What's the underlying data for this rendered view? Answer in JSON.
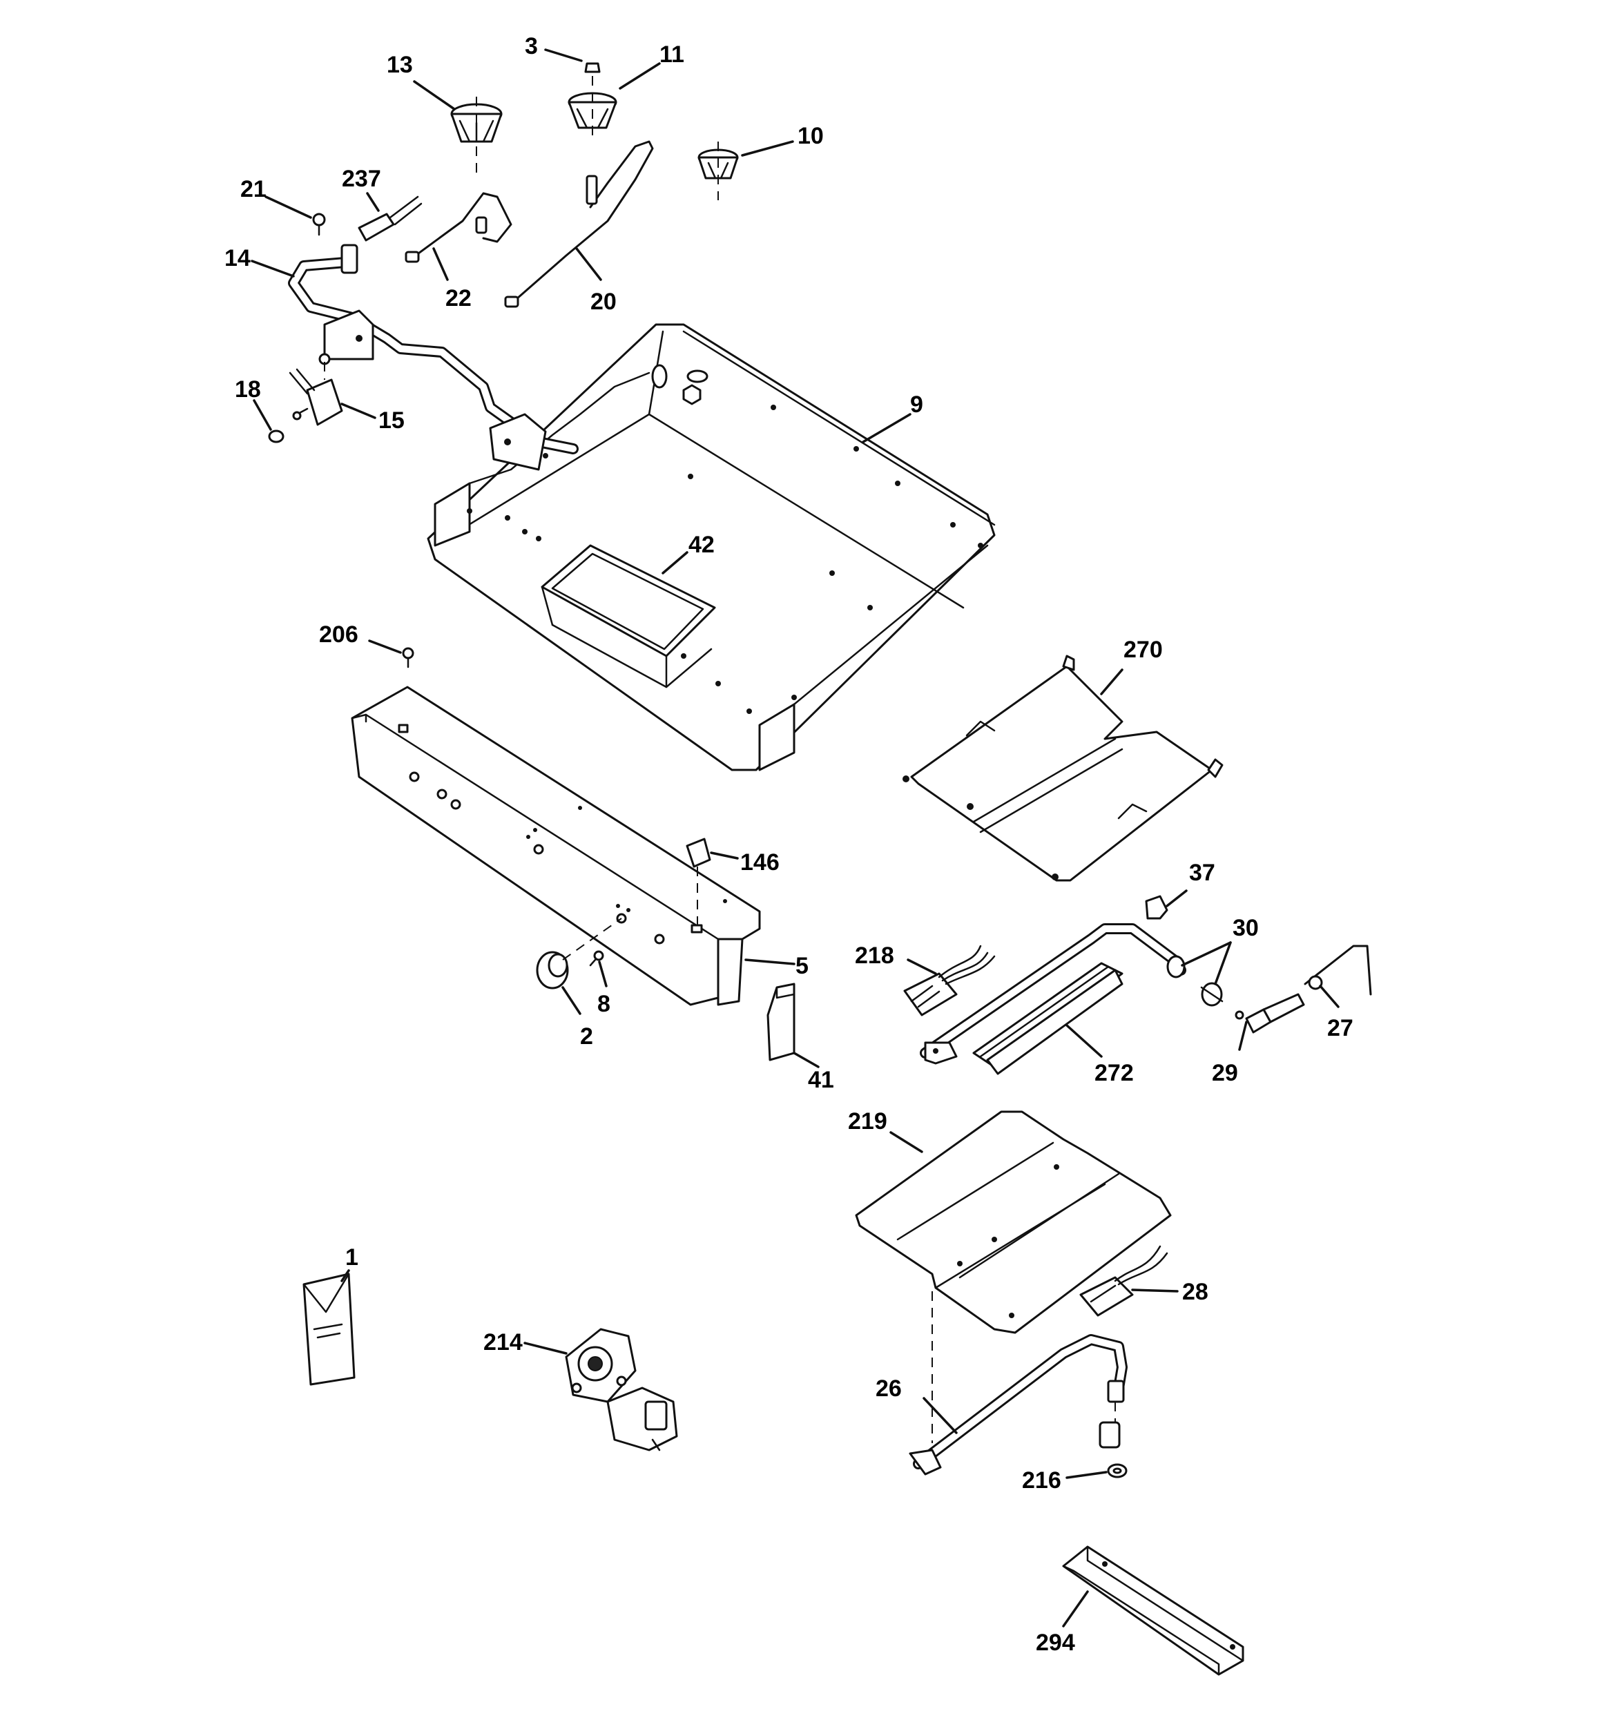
{
  "diagram": {
    "callouts": [
      {
        "id": "3",
        "label": "3"
      },
      {
        "id": "11",
        "label": "11"
      },
      {
        "id": "13",
        "label": "13"
      },
      {
        "id": "10",
        "label": "10"
      },
      {
        "id": "21",
        "label": "21"
      },
      {
        "id": "237",
        "label": "237"
      },
      {
        "id": "14",
        "label": "14"
      },
      {
        "id": "22",
        "label": "22"
      },
      {
        "id": "20",
        "label": "20"
      },
      {
        "id": "18",
        "label": "18"
      },
      {
        "id": "15",
        "label": "15"
      },
      {
        "id": "9",
        "label": "9"
      },
      {
        "id": "42",
        "label": "42"
      },
      {
        "id": "206",
        "label": "206"
      },
      {
        "id": "270",
        "label": "270"
      },
      {
        "id": "146",
        "label": "146"
      },
      {
        "id": "37",
        "label": "37"
      },
      {
        "id": "30",
        "label": "30"
      },
      {
        "id": "218",
        "label": "218"
      },
      {
        "id": "5",
        "label": "5"
      },
      {
        "id": "8",
        "label": "8"
      },
      {
        "id": "2",
        "label": "2"
      },
      {
        "id": "27",
        "label": "27"
      },
      {
        "id": "272",
        "label": "272"
      },
      {
        "id": "29",
        "label": "29"
      },
      {
        "id": "41",
        "label": "41"
      },
      {
        "id": "219",
        "label": "219"
      },
      {
        "id": "1",
        "label": "1"
      },
      {
        "id": "28",
        "label": "28"
      },
      {
        "id": "214",
        "label": "214"
      },
      {
        "id": "26",
        "label": "26"
      },
      {
        "id": "216",
        "label": "216"
      },
      {
        "id": "294",
        "label": "294"
      }
    ]
  }
}
